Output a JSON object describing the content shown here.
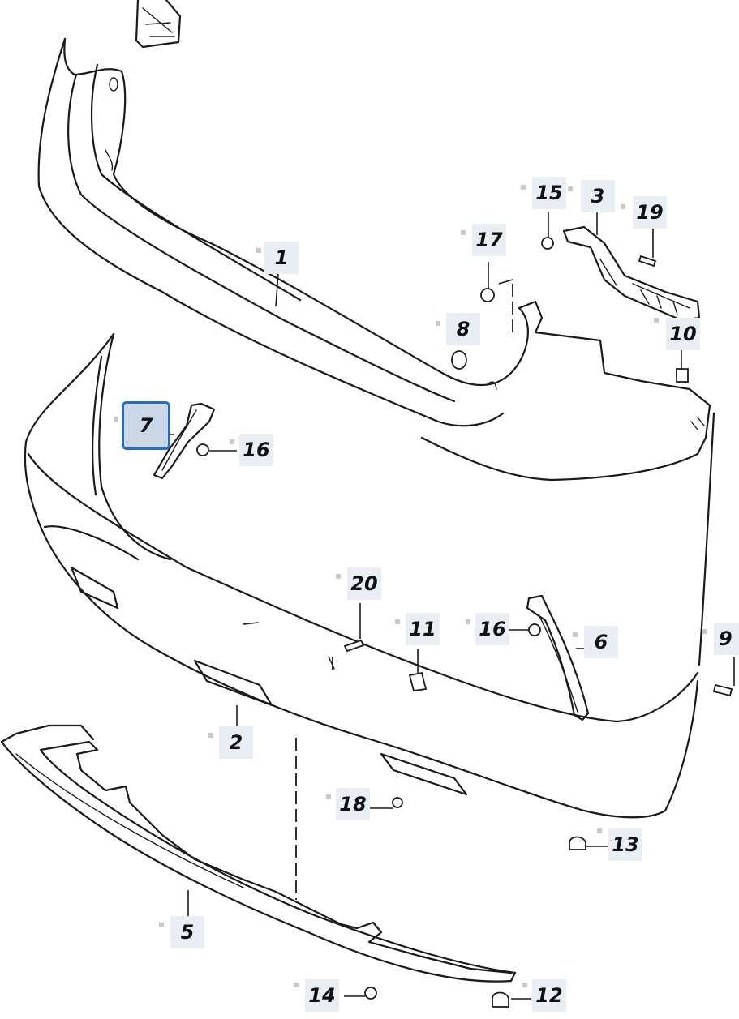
{
  "diagram": {
    "callouts": {
      "p1": "1",
      "p2": "2",
      "p3": "3",
      "p5": "5",
      "p6": "6",
      "p7": "7",
      "p8": "8",
      "p9": "9",
      "p10": "10",
      "p11": "11",
      "p12": "12",
      "p13": "13",
      "p14": "14",
      "p15": "15",
      "p16a": "16",
      "p16b": "16",
      "p17": "17",
      "p18": "18",
      "p19": "19",
      "p20": "20"
    },
    "selected_part": "7",
    "highlight_color": "#2a6db5"
  }
}
